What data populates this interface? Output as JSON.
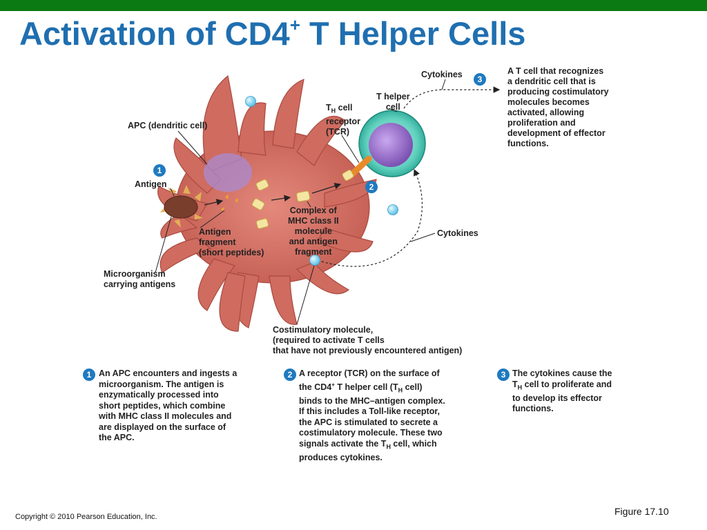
{
  "title": {
    "main": "Activation of CD4",
    "sup": "+",
    "rest": " T Helper Cells"
  },
  "labels": {
    "cytokines_top": "Cytokines",
    "t_helper_cell": [
      "T helper",
      "cell"
    ],
    "th_receptor": {
      "prefix": "T",
      "sub": "H",
      "rest": " cell",
      "lines": [
        "receptor",
        "(TCR)"
      ]
    },
    "apc": "APC (dendritic cell)",
    "antigen": "Antigen",
    "antigen_fragment": [
      "Antigen",
      "fragment",
      "(short peptides)"
    ],
    "complex": [
      "Complex of",
      "MHC class II",
      "molecule",
      "and antigen",
      "fragment"
    ],
    "cytokines_right": "Cytokines",
    "microorganism": [
      "Microorganism",
      "carrying antigens"
    ],
    "costim": [
      "Costimulatory molecule,",
      "(required to activate T cells",
      "that have not previously encountered antigen)"
    ],
    "activation_note": [
      "A T cell that recognizes",
      "a dendritic cell that is",
      "producing costimulatory",
      "molecules becomes",
      "activated, allowing",
      "proliferation and",
      "development of effector",
      "functions."
    ]
  },
  "markers": {
    "one": "1",
    "two": "2",
    "three": "3"
  },
  "captions": {
    "step1": [
      "An APC encounters and ingests a",
      "microorganism. The antigen is",
      "enzymatically processed into",
      "short peptides, which combine",
      "with MHC class II molecules and",
      "are displayed on the surface of",
      "the APC."
    ],
    "step2": {
      "line1": "A receptor (TCR) on the surface of",
      "line2": {
        "a": "the CD4",
        "sup": "+",
        "b": " T helper cell (T",
        "sub": "H",
        "c": " cell)"
      },
      "lines_mid": [
        "binds to the MHC–antigen complex.",
        "If this includes a Toll-like receptor,",
        "the APC is stimulated to secrete a",
        "costimulatory molecule. These two"
      ],
      "line7": {
        "a": "signals activate the T",
        "sub": "H",
        "c": " cell, which"
      },
      "line8": "produces cytokines."
    },
    "step3": {
      "line1": "The cytokines cause the",
      "line2": {
        "a": "T",
        "sub": "H",
        "c": " cell to proliferate and"
      },
      "lines_rest": [
        "to develop its effector",
        "functions."
      ]
    }
  },
  "footer": {
    "copyright": "Copyright © 2010 Pearson Education, Inc.",
    "figure": "Figure 17.10"
  },
  "colors": {
    "topbar": "#0b7a12",
    "title": "#1f6fb0",
    "marker": "#1f7ac0",
    "cell_body": "#cf6b5f",
    "t_cell_outer": "#2fb8a6",
    "t_cell_nucleus": "#9a6fc4"
  }
}
